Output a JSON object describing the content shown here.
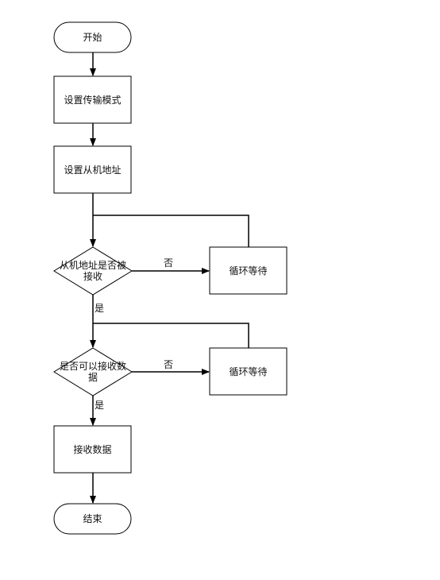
{
  "nodes": {
    "start": "开始",
    "set_mode": "设置传输模式",
    "set_addr": "设置从机地址",
    "check_addr": "从机地址是否被接收",
    "wait1": "循环等待",
    "check_recv": "是否可以接收数据",
    "wait2": "循环等待",
    "recv": "接收数据",
    "end": "结束"
  },
  "edge_labels": {
    "no1": "否",
    "yes1": "是",
    "no2": "否",
    "yes2": "是"
  }
}
